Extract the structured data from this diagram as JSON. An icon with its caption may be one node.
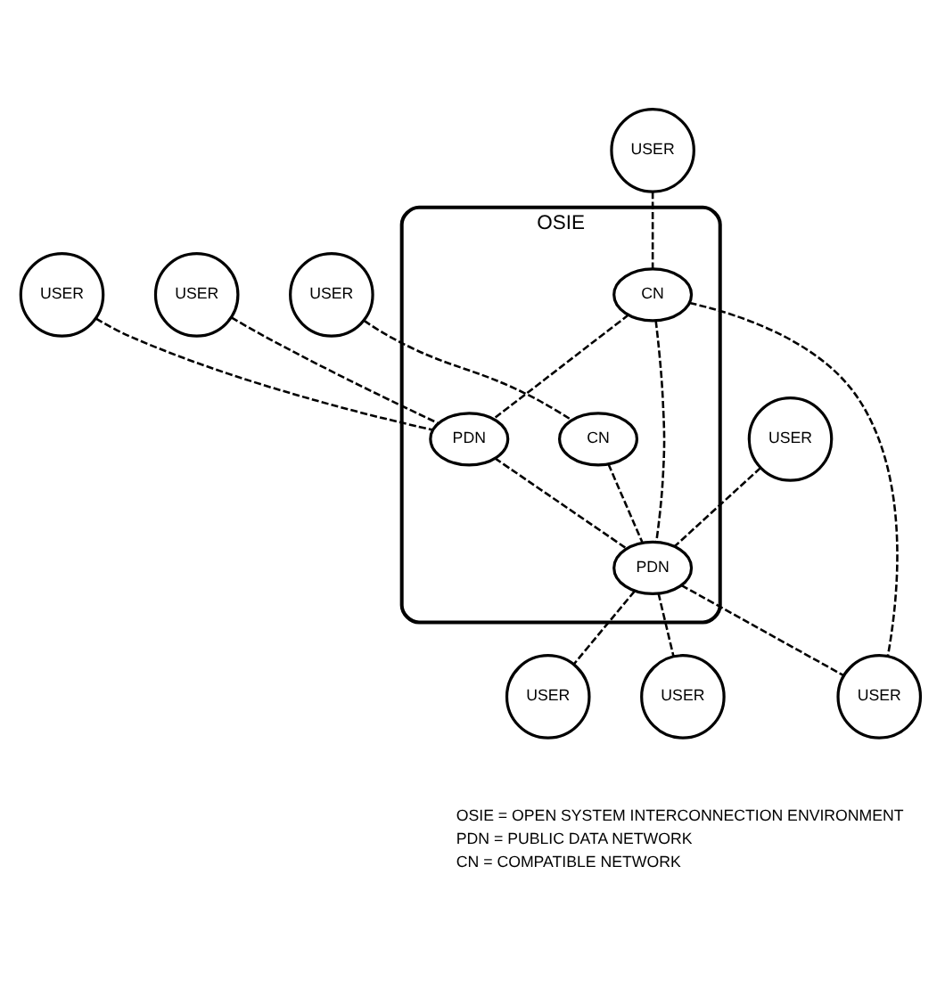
{
  "diagram": {
    "nodes": [
      {
        "text": [
          "OSIE"
        ]
      },
      {
        "text": [
          "USER"
        ]
      },
      {
        "text": [
          "USER"
        ]
      },
      {
        "text": [
          "USER"
        ]
      },
      {
        "text": [
          "PDN"
        ],
        "in": 0
      },
      {
        "text": [
          "CN"
        ],
        "in": 0
      },
      {
        "text": [
          "USER"
        ]
      },
      {
        "text": [
          "USER"
        ]
      },
      {
        "text": [
          "CN"
        ],
        "in": 0
      },
      {
        "text": [
          "PDN"
        ],
        "in": 0
      },
      {
        "text": [
          "USER"
        ]
      },
      {
        "text": [
          "USER"
        ]
      },
      {
        "text": [
          "USER"
        ]
      }
    ],
    "edges": [
      {
        "from": 2,
        "to": 4,
        "arrow": "none",
        "style": "dashed"
      },
      {
        "from": 1,
        "to": 4,
        "arrow": "none",
        "style": "dashed"
      },
      {
        "from": 3,
        "to": 5,
        "arrow": "none",
        "style": "dashed"
      },
      {
        "from": 6,
        "to": 8,
        "arrow": "none",
        "style": "dashed"
      },
      {
        "from": 8,
        "to": 4,
        "arrow": "none",
        "style": "dashed"
      },
      {
        "from": 4,
        "to": 9,
        "arrow": "none",
        "style": "dashed"
      },
      {
        "from": 5,
        "to": 9,
        "arrow": "none",
        "style": "dashed"
      },
      {
        "from": 7,
        "to": 9,
        "arrow": "none",
        "style": "dashed"
      },
      {
        "from": 8,
        "to": 9,
        "arrow": "none",
        "style": "dashed"
      },
      {
        "from": 8,
        "to": 11,
        "arrow": "none",
        "style": "dashed"
      },
      {
        "from": 9,
        "to": 11,
        "arrow": "none",
        "style": "dashed"
      },
      {
        "from": 9,
        "to": 12,
        "arrow": "none",
        "style": "dashed"
      },
      {
        "from": 9,
        "to": 10,
        "arrow": "none",
        "style": "dashed"
      }
    ],
    "labels": [
      "OSIE = OPEN SYSTEM INTERCONNECTION ENVIRONMENT",
      "PDN = PUBLIC DATA NETWORK",
      "CN = COMPATIBLE NETWORK"
    ]
  }
}
